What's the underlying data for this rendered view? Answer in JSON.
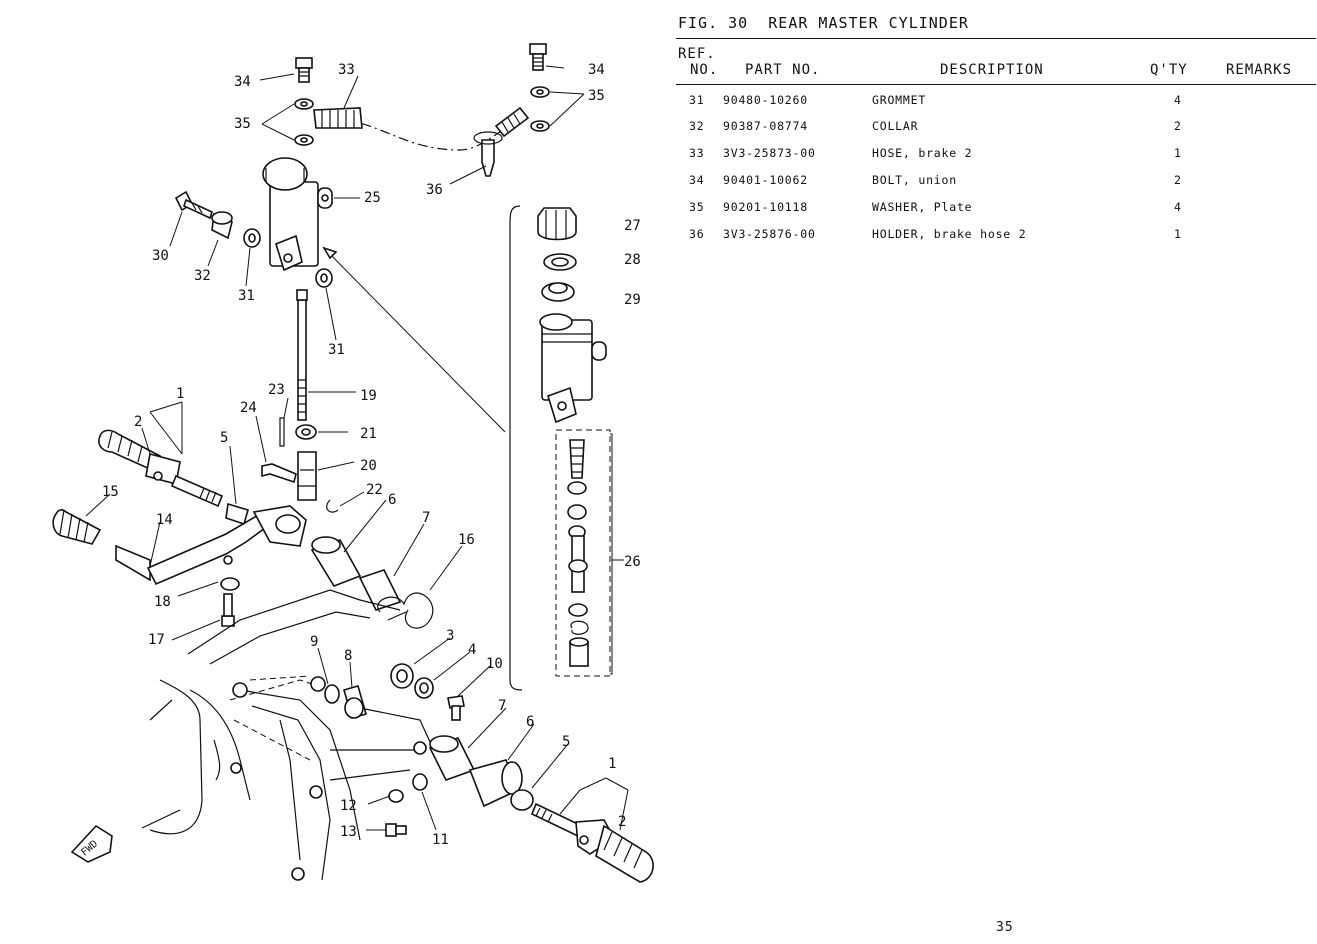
{
  "figure": {
    "title": "FIG. 30  REAR MASTER CYLINDER"
  },
  "table": {
    "headers": {
      "ref": "REF.",
      "no": "NO.",
      "part_no": "PART NO.",
      "description": "DESCRIPTION",
      "qty": "Q'TY",
      "remarks": "REMARKS"
    },
    "rows": [
      {
        "ref": "31",
        "part_no": "90480-10260",
        "description": "GROMMET",
        "qty": "4",
        "remarks": ""
      },
      {
        "ref": "32",
        "part_no": "90387-08774",
        "description": "COLLAR",
        "qty": "2",
        "remarks": ""
      },
      {
        "ref": "33",
        "part_no": "3V3-25873-00",
        "description": "HOSE, brake 2",
        "qty": "1",
        "remarks": ""
      },
      {
        "ref": "34",
        "part_no": "90401-10062",
        "description": "BOLT, union",
        "qty": "2",
        "remarks": ""
      },
      {
        "ref": "35",
        "part_no": "90201-10118",
        "description": "WASHER, Plate",
        "qty": "4",
        "remarks": ""
      },
      {
        "ref": "36",
        "part_no": "3V3-25876-00",
        "description": "HOLDER, brake hose 2",
        "qty": "1",
        "remarks": ""
      }
    ]
  },
  "diagram": {
    "callouts": [
      "34",
      "33",
      "34",
      "35",
      "35",
      "36",
      "25",
      "30",
      "32",
      "31",
      "31",
      "27",
      "28",
      "29",
      "19",
      "23",
      "24",
      "21",
      "20",
      "22",
      "1",
      "2",
      "5",
      "6",
      "7",
      "16",
      "15",
      "14",
      "18",
      "17",
      "26",
      "9",
      "8",
      "3",
      "4",
      "10",
      "7",
      "6",
      "5",
      "1",
      "2",
      "12",
      "13",
      "11"
    ],
    "direction_mark": "FWD"
  },
  "page": {
    "number": "35"
  }
}
